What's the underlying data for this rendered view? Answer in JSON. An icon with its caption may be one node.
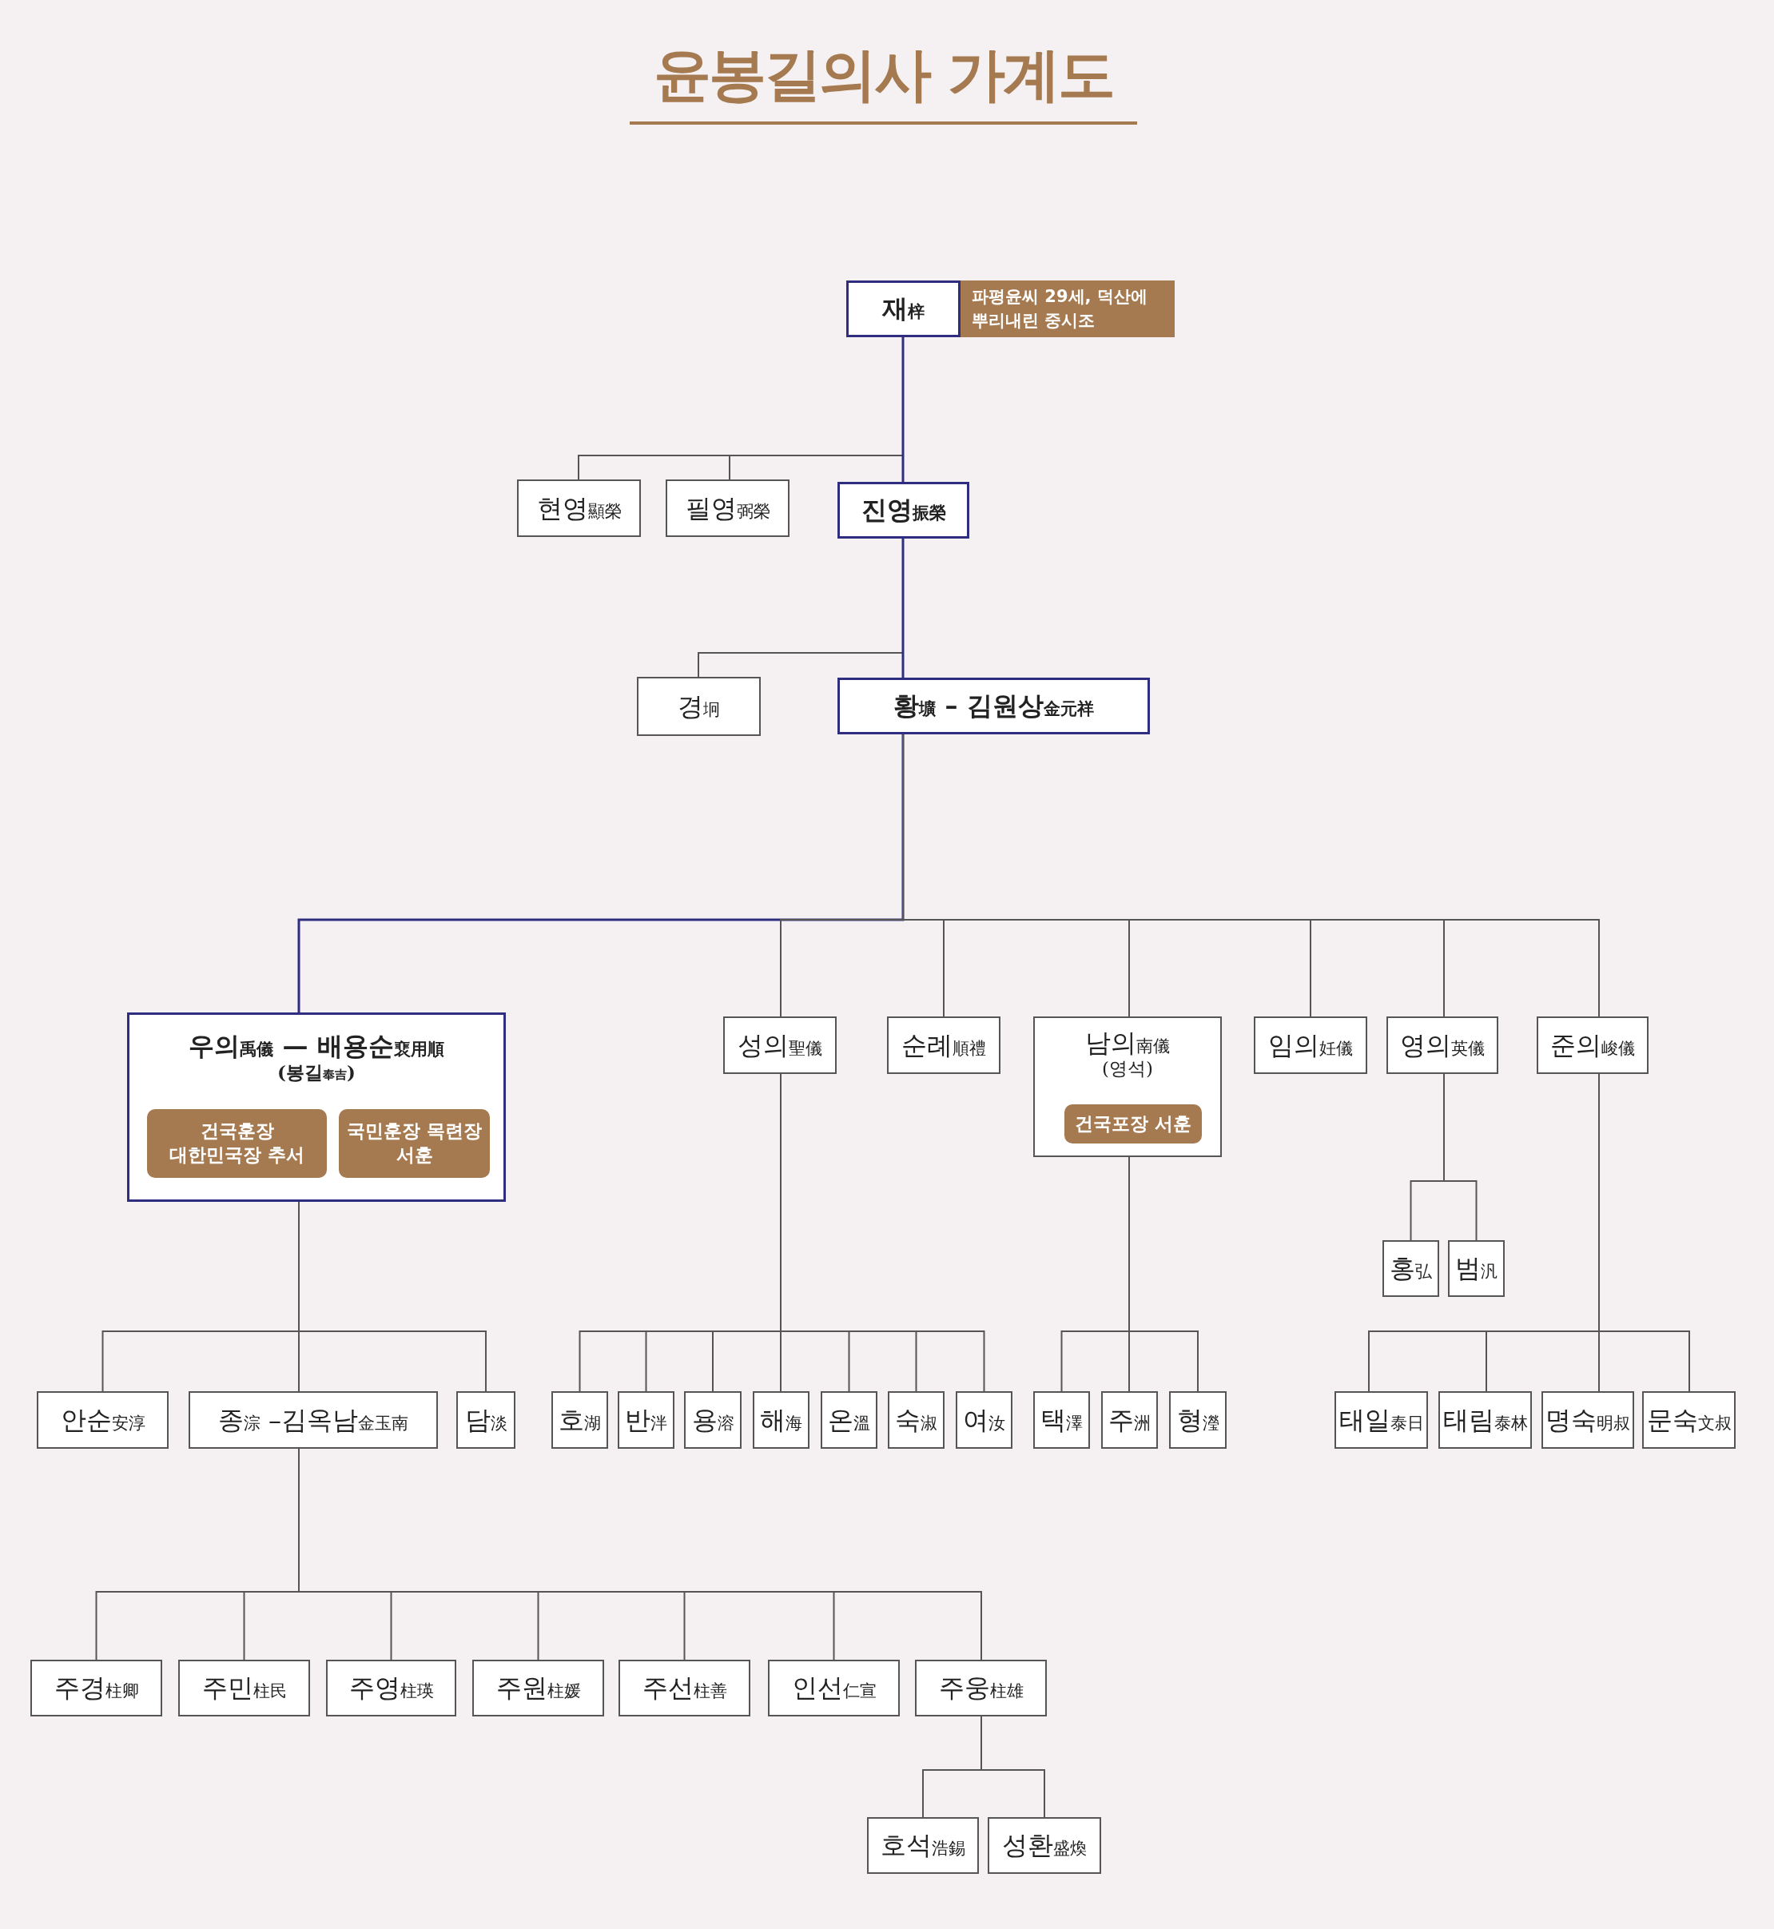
{
  "diagram": {
    "title": "윤봉길의사 가계도",
    "nodes": [
      {
        "text": [
          "재梓"
        ],
        "beside": [
          "파평윤씨 29세, 덕산에 뿌리내린 중시조"
        ]
      },
      {
        "text": [
          "현영顯榮"
        ]
      },
      {
        "text": [
          "필영弼榮"
        ]
      },
      {
        "text": [
          "진영振榮"
        ]
      },
      {
        "text": [
          "경坰"
        ]
      },
      {
        "text": [
          "황壙 – 김원상金元祥"
        ]
      },
      {
        "text": [
          "우의禹儀 — 배용순裵用順",
          "(봉길奉吉)"
        ]
      },
      {
        "text": [
          "건국훈장 대한민국장 추서"
        ],
        "in": 6
      },
      {
        "text": [
          "국민훈장 목련장 서훈"
        ],
        "in": 6
      },
      {
        "text": [
          "성의聖儀"
        ]
      },
      {
        "text": [
          "순례順禮"
        ]
      },
      {
        "text": [
          "남의南儀",
          "(영석)"
        ]
      },
      {
        "text": [
          "건국포장 서훈"
        ],
        "in": 11
      },
      {
        "text": [
          "임의妊儀"
        ]
      },
      {
        "text": [
          "영의英儀"
        ]
      },
      {
        "text": [
          "준의峻儀"
        ]
      },
      {
        "text": [
          "홍弘"
        ]
      },
      {
        "text": [
          "범汎"
        ]
      },
      {
        "text": [
          "안순安淳"
        ]
      },
      {
        "text": [
          "종淙 –김옥남金玉南"
        ]
      },
      {
        "text": [
          "담淡"
        ]
      },
      {
        "text": [
          "호湖"
        ]
      },
      {
        "text": [
          "반泮"
        ]
      },
      {
        "text": [
          "용溶"
        ]
      },
      {
        "text": [
          "해海"
        ]
      },
      {
        "text": [
          "온溫"
        ]
      },
      {
        "text": [
          "숙淑"
        ]
      },
      {
        "text": [
          "여汝"
        ]
      },
      {
        "text": [
          "택澤"
        ]
      },
      {
        "text": [
          "주洲"
        ]
      },
      {
        "text": [
          "형瀅"
        ]
      },
      {
        "text": [
          "태일泰日"
        ]
      },
      {
        "text": [
          "태림泰林"
        ]
      },
      {
        "text": [
          "명숙明叔"
        ]
      },
      {
        "text": [
          "문숙文叔"
        ]
      },
      {
        "text": [
          "주경柱卿"
        ]
      },
      {
        "text": [
          "주민柱民"
        ]
      },
      {
        "text": [
          "주영柱瑛"
        ]
      },
      {
        "text": [
          "주원柱媛"
        ]
      },
      {
        "text": [
          "주선柱善"
        ]
      },
      {
        "text": [
          "인선仁宣"
        ]
      },
      {
        "text": [
          "주웅柱雄"
        ]
      },
      {
        "text": [
          "호석浩錫"
        ]
      },
      {
        "text": [
          "성환盛煥"
        ]
      }
    ],
    "edges": [
      {
        "from": 0,
        "to": 1,
        "arrow": "none"
      },
      {
        "from": 0,
        "to": 2,
        "arrow": "none"
      },
      {
        "from": 0,
        "to": 3,
        "arrow": "none",
        "color": "#2e2d80"
      },
      {
        "from": 3,
        "to": 4,
        "arrow": "none"
      },
      {
        "from": 3,
        "to": 5,
        "arrow": "none",
        "color": "#2e2d80"
      },
      {
        "from": 5,
        "to": 6,
        "arrow": "none",
        "color": "#2e2d80"
      },
      {
        "from": 5,
        "to": 9,
        "arrow": "none"
      },
      {
        "from": 5,
        "to": 10,
        "arrow": "none"
      },
      {
        "from": 5,
        "to": 11,
        "arrow": "none"
      },
      {
        "from": 5,
        "to": 13,
        "arrow": "none"
      },
      {
        "from": 5,
        "to": 14,
        "arrow": "none"
      },
      {
        "from": 5,
        "to": 15,
        "arrow": "none"
      },
      {
        "from": 14,
        "to": 16,
        "arrow": "none"
      },
      {
        "from": 14,
        "to": 17,
        "arrow": "none"
      },
      {
        "from": 6,
        "to": 18,
        "arrow": "none"
      },
      {
        "from": 6,
        "to": 19,
        "arrow": "none"
      },
      {
        "from": 6,
        "to": 20,
        "arrow": "none"
      },
      {
        "from": 9,
        "to": 21,
        "arrow": "none"
      },
      {
        "from": 9,
        "to": 22,
        "arrow": "none"
      },
      {
        "from": 9,
        "to": 23,
        "arrow": "none"
      },
      {
        "from": 9,
        "to": 24,
        "arrow": "none"
      },
      {
        "from": 9,
        "to": 25,
        "arrow": "none"
      },
      {
        "from": 9,
        "to": 26,
        "arrow": "none"
      },
      {
        "from": 9,
        "to": 27,
        "arrow": "none"
      },
      {
        "from": 11,
        "to": 28,
        "arrow": "none"
      },
      {
        "from": 11,
        "to": 29,
        "arrow": "none"
      },
      {
        "from": 11,
        "to": 30,
        "arrow": "none"
      },
      {
        "from": 15,
        "to": 31,
        "arrow": "none"
      },
      {
        "from": 15,
        "to": 32,
        "arrow": "none"
      },
      {
        "from": 15,
        "to": 33,
        "arrow": "none"
      },
      {
        "from": 15,
        "to": 34,
        "arrow": "none"
      },
      {
        "from": 19,
        "to": 35,
        "arrow": "none"
      },
      {
        "from": 19,
        "to": 36,
        "arrow": "none"
      },
      {
        "from": 19,
        "to": 37,
        "arrow": "none"
      },
      {
        "from": 19,
        "to": 38,
        "arrow": "none"
      },
      {
        "from": 19,
        "to": 39,
        "arrow": "none"
      },
      {
        "from": 19,
        "to": 40,
        "arrow": "none"
      },
      {
        "from": 19,
        "to": 41,
        "arrow": "none"
      },
      {
        "from": 41,
        "to": 42,
        "arrow": "none"
      },
      {
        "from": 41,
        "to": 43,
        "arrow": "none"
      }
    ]
  }
}
